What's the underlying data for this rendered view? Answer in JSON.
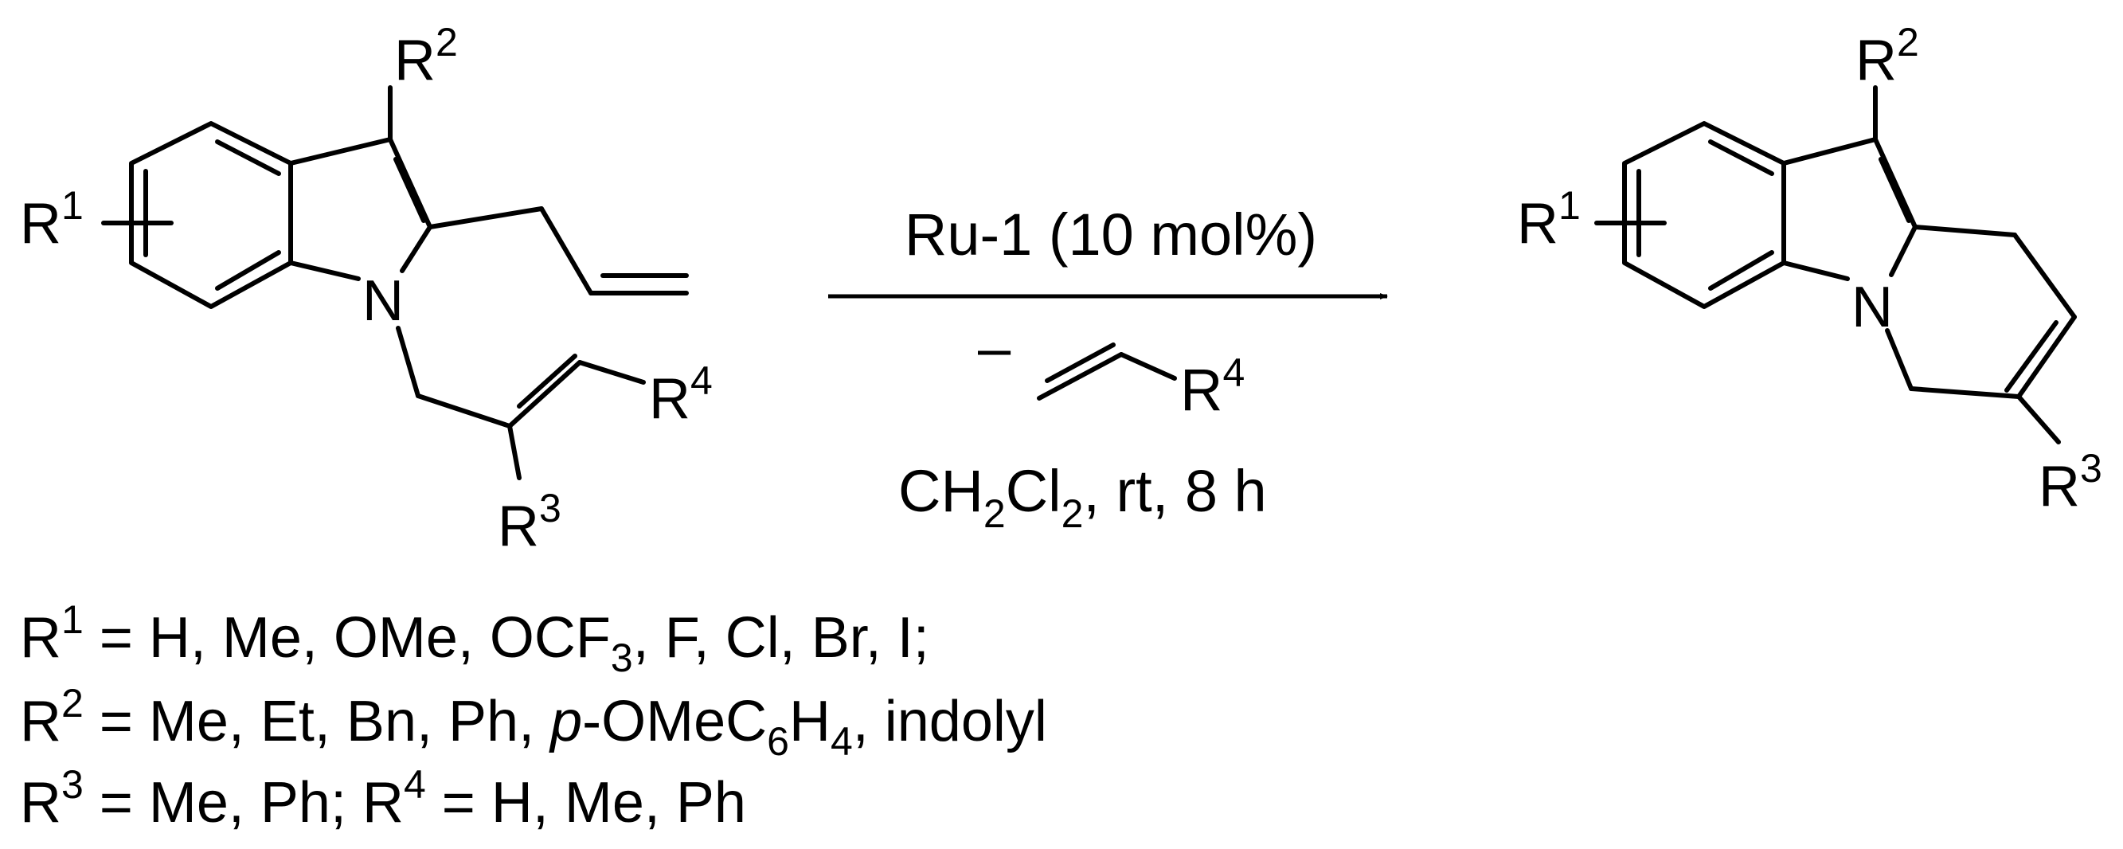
{
  "reactant": {
    "r1": "R",
    "r1_sup": "1",
    "r2": "R",
    "r2_sup": "2",
    "n": "N",
    "r4": "R",
    "r4_sup": "4",
    "r3": "R",
    "r3_sup": "3"
  },
  "conditions": {
    "catalyst": "Ru-1 (10 mol%)",
    "minus": "–",
    "byproduct_r": "R",
    "byproduct_sup": "4",
    "solvent_ch": "CH",
    "solvent_sub1": "2",
    "solvent_cl": "Cl",
    "solvent_sub2": "2",
    "solvent_rest": ", rt, 8 h"
  },
  "product": {
    "r1": "R",
    "r1_sup": "1",
    "r2": "R",
    "r2_sup": "2",
    "n": "N",
    "r3": "R",
    "r3_sup": "3"
  },
  "legend": {
    "line1": {
      "r": "R",
      "sup": "1",
      "a": " = H, Me, OMe, OCF",
      "sub": "3",
      "b": ", F, Cl, Br, I;"
    },
    "line2": {
      "r": "R",
      "sup": "2",
      "a": " = Me, Et, Bn, Ph, ",
      "italic": "p",
      "b": "-OMeC",
      "sub1": "6",
      "c": "H",
      "sub2": "4",
      "d": ", indolyl"
    },
    "line3": {
      "r": "R",
      "sup": "3",
      "a": " = Me, Ph; R",
      "sup2": "4",
      "b": " = H, Me, Ph"
    }
  }
}
